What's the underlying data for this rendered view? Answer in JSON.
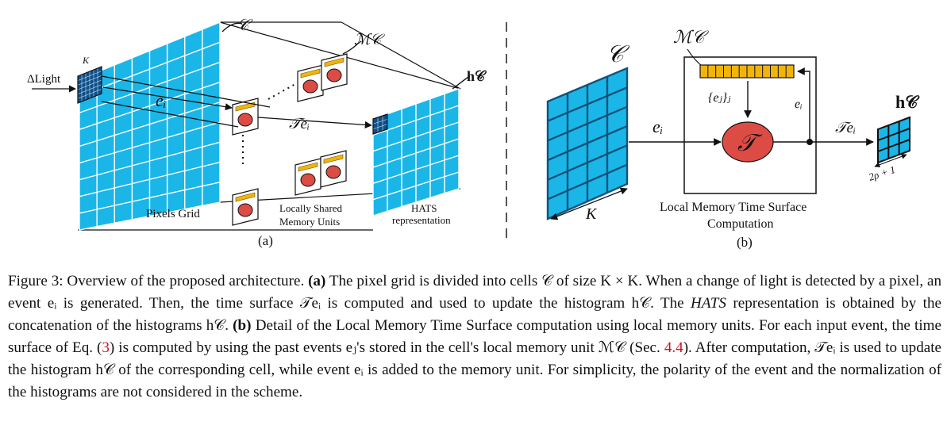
{
  "colors": {
    "cell_blue": "#1bb6e8",
    "cell_blue_dark": "#0d86b5",
    "grid_line": "#ffffff",
    "memory_yellow": "#f1b40b",
    "time_surface_red": "#dc4b44",
    "link_red": "#d0121b"
  },
  "panel_a": {
    "input_label": "ΔLight",
    "cell_size_label": "K",
    "cell_label": "𝒞",
    "memory_label": "ℳ𝒞",
    "event_label": "eᵢ",
    "time_surface_label": "𝒯eᵢ",
    "histogram_label": "h𝒞",
    "pixels_grid_label": "Pixels Grid",
    "memory_units_label_line1": "Locally Shared",
    "memory_units_label_line2": "Memory Units",
    "hats_label_line1": "HATS",
    "hats_label_line2": "representation",
    "panel_letter": "(a)"
  },
  "panel_b": {
    "cell_label": "𝒞",
    "memory_label": "ℳ𝒞",
    "past_events_label": "{eⱼ}ⱼ",
    "event_in_label": "eᵢ",
    "event_store_label": "eᵢ",
    "operator_label": "𝒯",
    "time_surface_label": "𝒯eᵢ",
    "histogram_label": "h𝒞",
    "histogram_size_label": "2ρ + 1",
    "cell_size_label": "K",
    "box_title_line1": "Local Memory Time Surface",
    "box_title_line2": "Computation",
    "panel_letter": "(b)"
  },
  "caption": {
    "figure_number": "Figure 3:",
    "part1": " Overview of the proposed architecture. ",
    "bold_a": "(a)",
    "part2": " The pixel grid is divided into cells 𝒞 of size K × K. When a change of light is detected by a pixel, an event eᵢ is generated. Then, the time surface 𝒯eᵢ is computed and used to update the histogram h𝒞. The ",
    "italic_hats": "HATS",
    "part3": " representation is obtained by the concatenation of the histograms h𝒞. ",
    "bold_b": "(b)",
    "part4": " Detail of the Local Memory Time Surface computation using local memory units. For each input event, the time surface of Eq. (",
    "ref_eq": "3",
    "part5": ") is computed by using the past events eⱼ's stored in the cell's local memory unit ℳ𝒞 (Sec. ",
    "ref_sec": "4.4",
    "part6": "). After computation, 𝒯eᵢ is used to update the histogram h𝒞 of the corresponding cell, while event eᵢ is added to the memory unit. For simplicity, the polarity of the event and the normalization of the histograms are not considered in the scheme."
  }
}
